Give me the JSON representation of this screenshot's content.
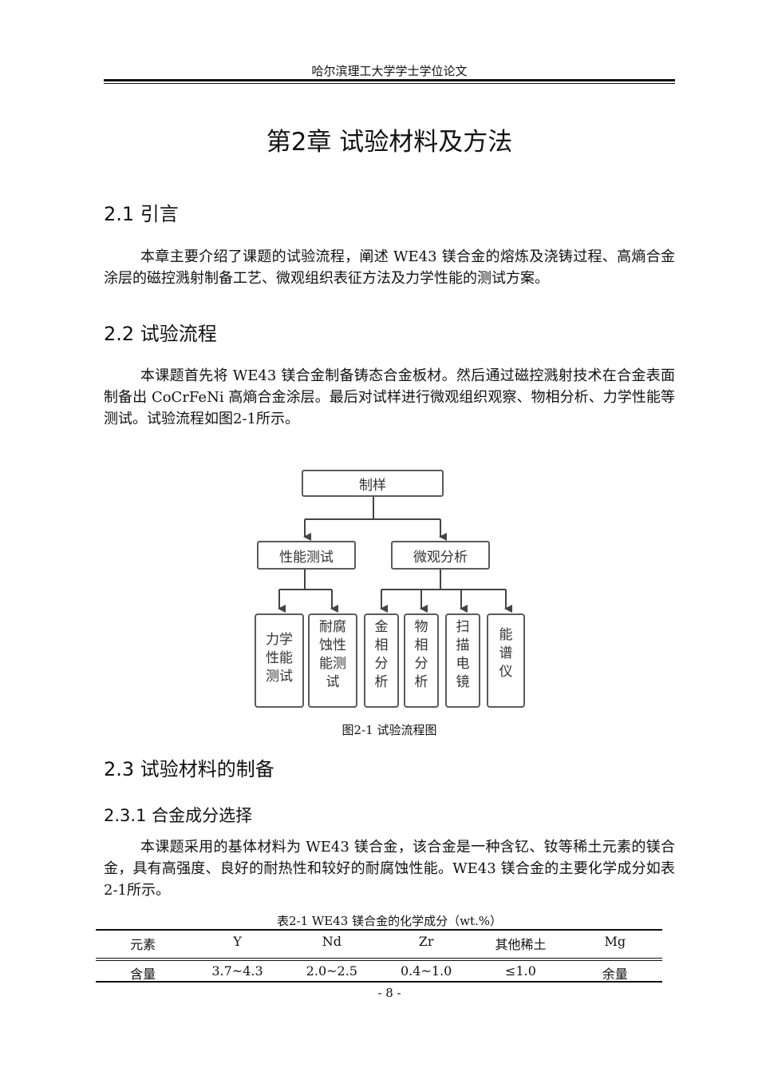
{
  "header": {
    "running_title": "哈尔滨理工大学学士学位论文"
  },
  "chapter_title": "第2章  试验材料及方法",
  "sections": {
    "s21": {
      "heading": "2.1 引言",
      "body": "本章主要介绍了课题的试验流程，阐述 WE43 镁合金的熔炼及浇铸过程、高熵合金涂层的磁控溅射制备工艺、微观组织表征方法及力学性能的测试方案。"
    },
    "s22": {
      "heading": "2.2 试验流程",
      "body": "本课题首先将 WE43 镁合金制备铸态合金板材。然后通过磁控溅射技术在合金表面制备出 CoCrFeNi 高熵合金涂层。最后对试样进行微观组织观察、物相分析、力学性能等测试。试验流程如图2-1所示。"
    },
    "s23": {
      "heading": "2.3 试验材料的制备"
    },
    "s231": {
      "heading": "2.3.1 合金成分选择",
      "body": "本课题采用的基体材料为 WE43 镁合金，该合金是一种含钇、钕等稀土元素的镁合金，具有高强度、良好的耐热性和较好的耐腐蚀性能。WE43 镁合金的主要化学成分如表2-1所示。"
    }
  },
  "figure": {
    "caption": "图2-1  试验流程图",
    "root": "制样",
    "branches": [
      {
        "label": "性能测试",
        "children": [
          "力学\n性能\n测试",
          "耐腐\n蚀性\n能测\n试"
        ]
      },
      {
        "label": "微观分析",
        "children": [
          "金\n相\n分\n析",
          "物\n相\n分\n析",
          "扫\n描\n电\n镜",
          "能\n谱\n仪"
        ]
      }
    ]
  },
  "table": {
    "caption": "表2-1  WE43 镁合金的化学成分（wt.%）",
    "headers": [
      "元素",
      "Y",
      "Nd",
      "Zr",
      "其他稀土",
      "Mg"
    ],
    "row": [
      "含量",
      "3.7~4.3",
      "2.0~2.5",
      "0.4~1.0",
      "≤1.0",
      "余量"
    ]
  },
  "footer": {
    "page_number": "- 8 -"
  }
}
